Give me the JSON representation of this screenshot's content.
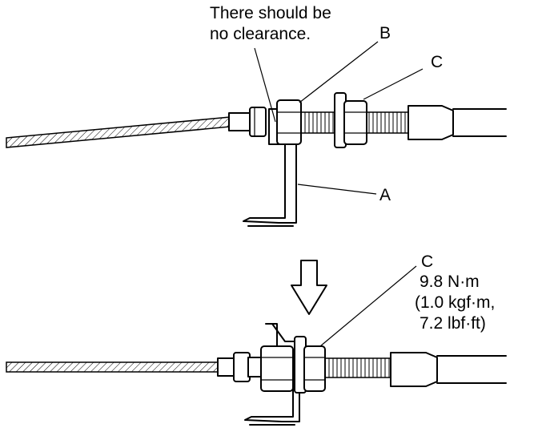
{
  "top_view": {
    "note_line1": "There should be",
    "note_line2": "no clearance.",
    "label_a": "A",
    "label_b": "B",
    "label_c": "C"
  },
  "bottom_view": {
    "label_c": "C",
    "torque_line1": "9.8 N·m",
    "torque_line2": "(1.0 kgf·m,",
    "torque_line3": "7.2 lbf·ft)"
  },
  "icons": {
    "arrow": "down-arrow-icon"
  }
}
